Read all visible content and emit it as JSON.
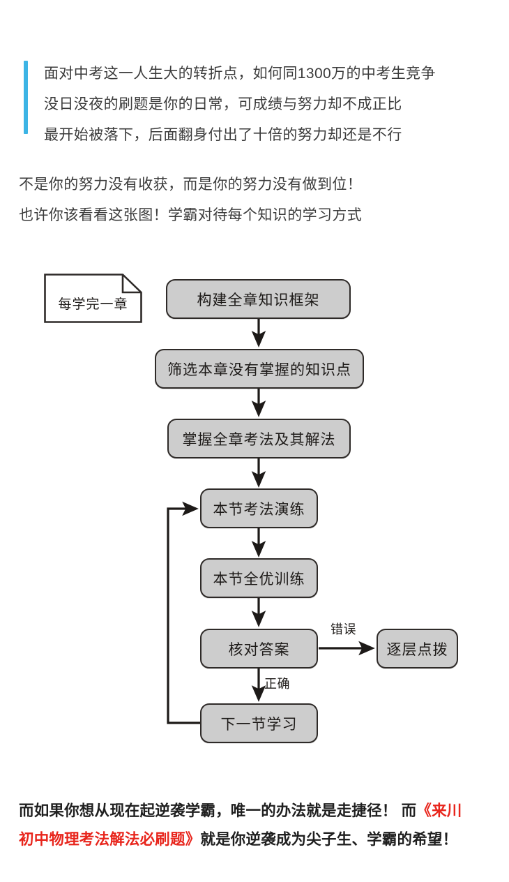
{
  "theme": {
    "accent_blue": "#3cb4e5",
    "node_fill": "#cdcdcd",
    "node_border": "#2e2a28",
    "highlight_red": "#e8251c",
    "body_text": "#3b3b3b"
  },
  "intro_quote": {
    "lines": [
      "面对中考这一人生大的转折点，如何同1300万的中考生竞争",
      "没日没夜的刷题是你的日常，可成绩与努力却不成正比",
      "最开始被落下，后面翻身付出了十倍的努力却还是不行"
    ]
  },
  "lead_in": {
    "lines": [
      "不是你的努力没有收获，而是你的努力没有做到位！",
      "也许你该看看这张图！学霸对待每个知识的学习方式"
    ]
  },
  "flowchart": {
    "note": {
      "label": "每学完一章"
    },
    "nodes": [
      {
        "id": "build-framework",
        "label": "构建全章知识框架"
      },
      {
        "id": "filter-unmastered",
        "label": "筛选本章没有掌握的知识点"
      },
      {
        "id": "master-methods",
        "label": "掌握全章考法及其解法"
      },
      {
        "id": "section-drill",
        "label": "本节考法演练"
      },
      {
        "id": "section-training",
        "label": "本节全优训练"
      },
      {
        "id": "check-answers",
        "label": "核对答案"
      },
      {
        "id": "layered-guidance",
        "label": "逐层点拨"
      },
      {
        "id": "next-section",
        "label": "下一节学习"
      }
    ],
    "edge_labels": {
      "wrong": "错误",
      "correct": "正确"
    }
  },
  "cta": {
    "line1_prefix": "而如果你想从现在起逆袭学霸，唯一的办法就是走捷径！ 而",
    "line1_red": "《来川",
    "line2_red": "初中物理考法解法必刷题》",
    "line2_suffix": "就是你逆袭成为尖子生、学霸的希望！"
  }
}
